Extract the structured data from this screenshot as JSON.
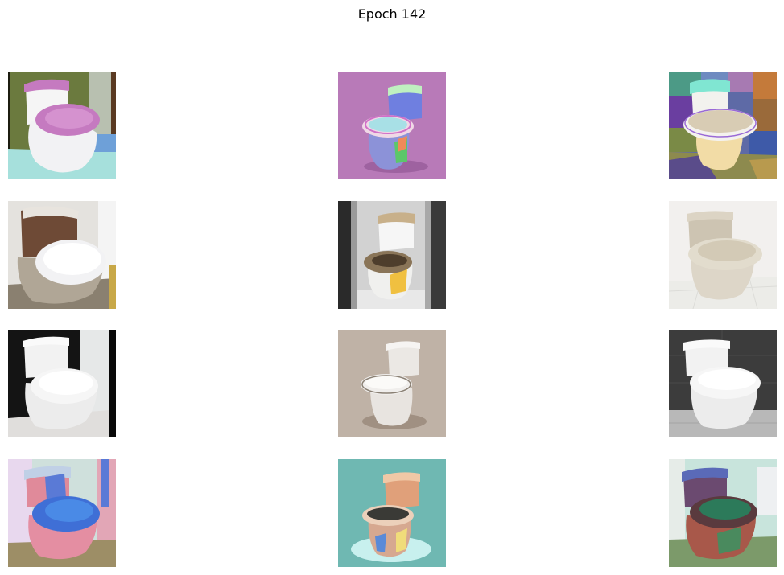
{
  "figure": {
    "title": "Epoch 142"
  },
  "samples": [
    {
      "subject": "toilet",
      "bg": "#6b7a3e",
      "floor": "#a6e0dc",
      "seat": "#c57ac0",
      "tank_lid": "#c57ac0"
    },
    {
      "subject": "toilet",
      "bg": "#b87ab8",
      "floor": "#b87ab8",
      "seat": "#d7d8f0",
      "tank_lid": "#6f7fe0"
    },
    {
      "subject": "toilet",
      "bg": "#5e6aa6",
      "floor": "#8d8a4e",
      "seat": "#d8ccb4",
      "tank_lid": "#80e6d2"
    },
    {
      "subject": "toilet",
      "bg": "#e4e2de",
      "floor": "#8a8070",
      "seat": "#f2f2f4",
      "tank_lid": "#6e4a36"
    },
    {
      "subject": "toilet",
      "bg": "#d2d2d2",
      "floor": "#e8e8e8",
      "seat": "#8a7558",
      "tank_lid": "#c8b08a"
    },
    {
      "subject": "toilet",
      "bg": "#f2f0ee",
      "floor": "#ecece8",
      "seat": "#d3cab6",
      "tank_lid": "#cdc4b2"
    },
    {
      "subject": "toilet",
      "bg": "#141414",
      "floor": "#e0dedc",
      "seat": "#f4f4f4",
      "tank_lid": "#f2f2f2"
    },
    {
      "subject": "toilet",
      "bg": "#bfb2a6",
      "floor": "#bfb2a6",
      "seat": "#f0eeec",
      "tank_lid": "#ebe8e4"
    },
    {
      "subject": "toilet",
      "bg": "#3c3c3c",
      "floor": "#b8b8b8",
      "seat": "#f6f6f6",
      "tank_lid": "#f2f2f2"
    },
    {
      "subject": "toilet",
      "bg": "#cfe0dc",
      "floor": "#9d8e66",
      "seat": "#3f6fd6",
      "tank_lid": "#e08a9a"
    },
    {
      "subject": "toilet",
      "bg": "#6fb8b2",
      "floor": "#c8f0ee",
      "seat": "#ecd0ba",
      "tank_lid": "#e0a07a"
    },
    {
      "subject": "toilet",
      "bg": "#c8e4dc",
      "floor": "#7c9a6a",
      "seat": "#5a3a3e",
      "tank_lid": "#6b4a70"
    }
  ]
}
